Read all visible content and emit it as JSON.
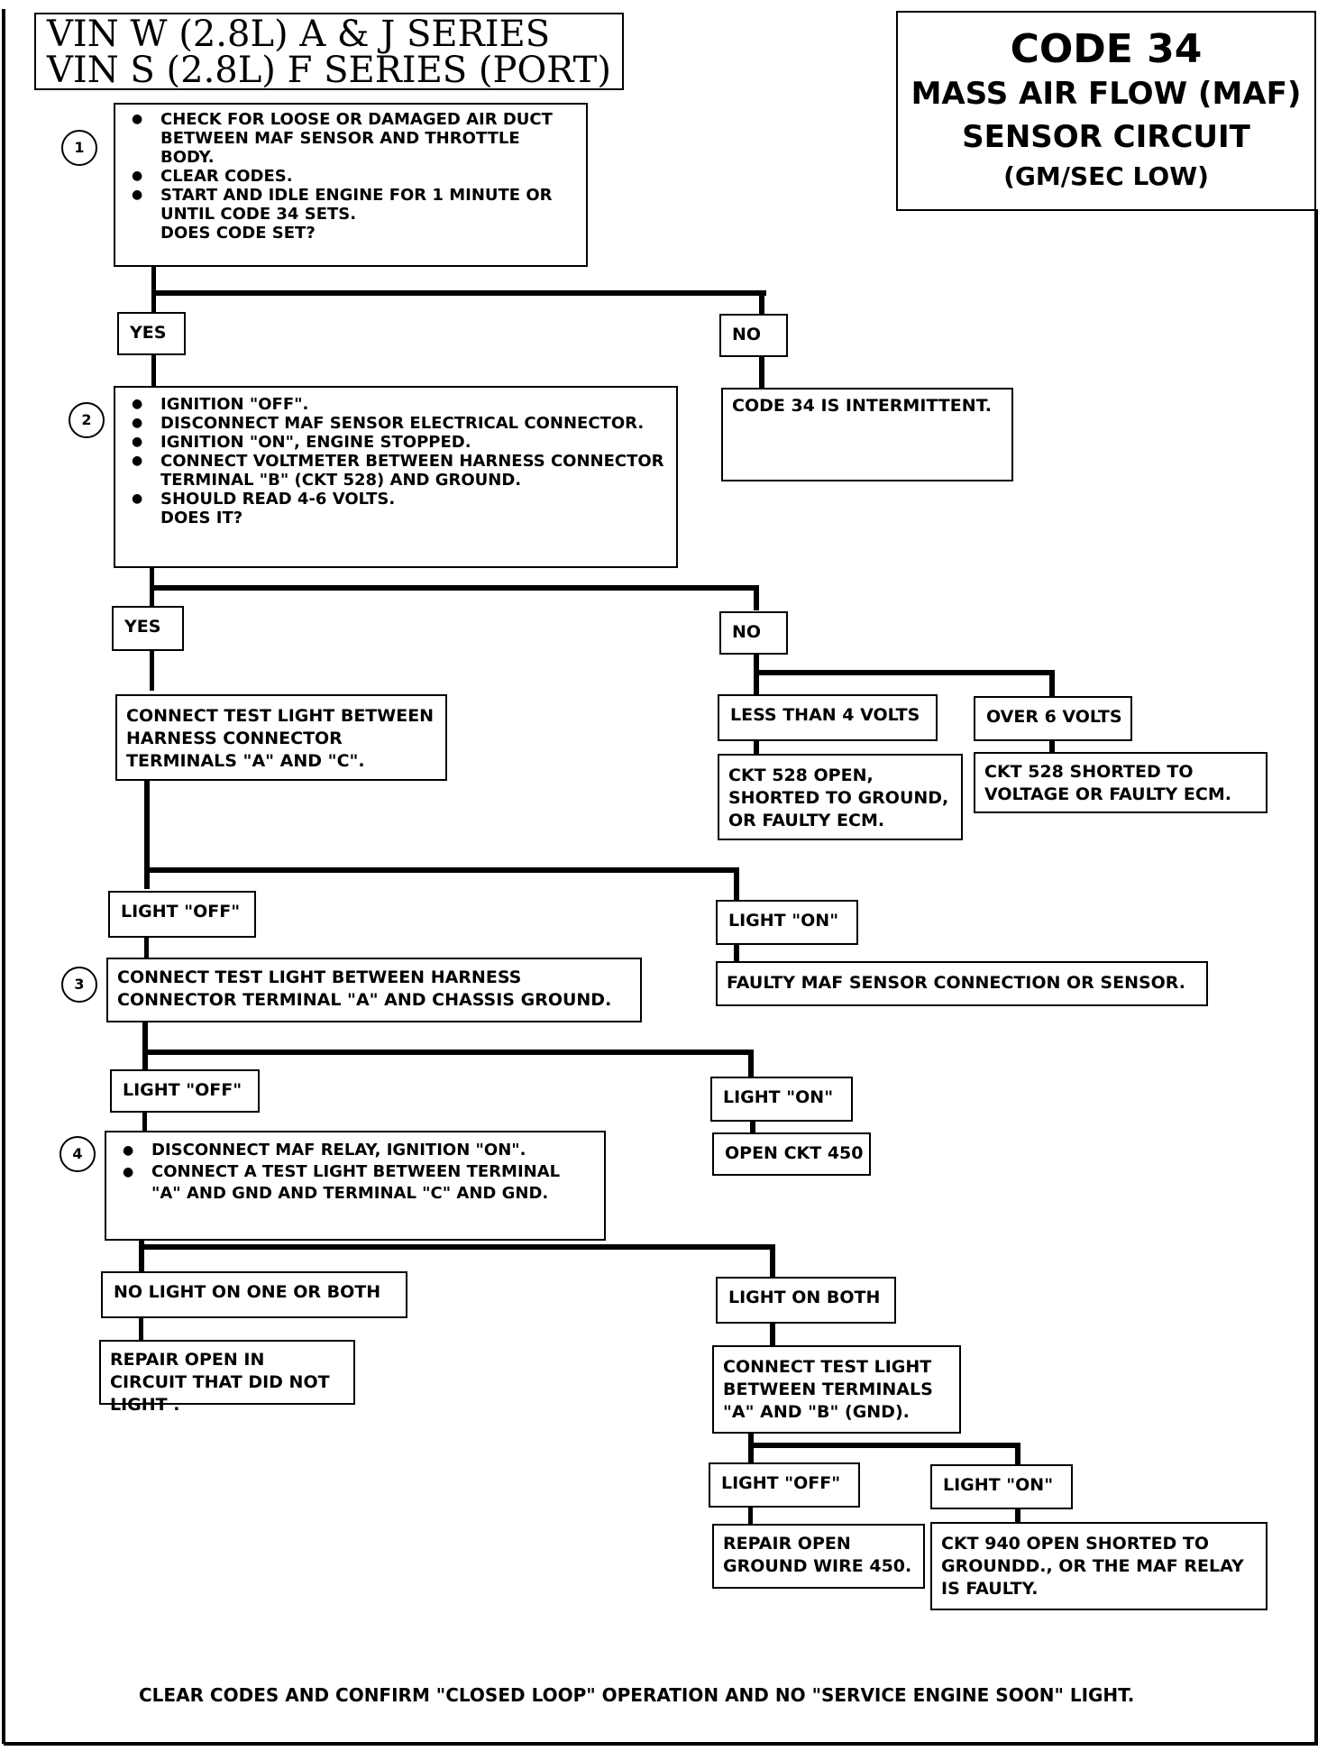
{
  "header": {
    "vin_line1": "VIN W (2.8L) A & J SERIES",
    "vin_line2": "VIN S (2.8L) F SERIES (PORT)",
    "code_title": "CODE 34",
    "code_line1": "MASS AIR FLOW (MAF)",
    "code_line2": "SENSOR CIRCUIT",
    "code_line3": "(GM/SEC LOW)"
  },
  "steps": {
    "s1": {
      "number": "1",
      "bullets": [
        "CHECK FOR LOOSE OR DAMAGED AIR DUCT BETWEEN MAF SENSOR AND THROTTLE BODY.",
        "CLEAR CODES.",
        "START AND IDLE ENGINE FOR 1 MINUTE OR UNTIL CODE 34 SETS."
      ],
      "question": "DOES CODE SET?"
    },
    "s2": {
      "number": "2",
      "bullets": [
        "IGNITION \"OFF\".",
        "DISCONNECT MAF SENSOR ELECTRICAL CONNECTOR.",
        "IGNITION \"ON\", ENGINE STOPPED.",
        "CONNECT VOLTMETER BETWEEN HARNESS CONNECTOR TERMINAL \"B\" (CKT 528) AND GROUND.",
        "SHOULD READ 4-6 VOLTS."
      ],
      "question": "DOES IT?"
    },
    "s3": {
      "number": "3",
      "text": "CONNECT TEST LIGHT BETWEEN HARNESS CONNECTOR TERMINAL \"A\" AND CHASSIS GROUND."
    },
    "s4": {
      "number": "4",
      "bullets": [
        "DISCONNECT MAF RELAY, IGNITION \"ON\".",
        "CONNECT A TEST LIGHT BETWEEN TERMINAL \"A\" AND GND AND TERMINAL \"C\" AND GND."
      ]
    }
  },
  "labels": {
    "yes1": "YES",
    "no1": "NO",
    "yes2": "YES",
    "no2": "NO",
    "less4": "LESS THAN 4 VOLTS",
    "over6": "OVER 6 VOLTS",
    "light_off1": "LIGHT \"OFF\"",
    "light_on1": "LIGHT \"ON\"",
    "light_off2": "LIGHT \"OFF\"",
    "light_on2": "LIGHT \"ON\"",
    "no_light": "NO LIGHT ON ONE OR BOTH",
    "light_both": "LIGHT ON BOTH",
    "light_off3": "LIGHT \"OFF\"",
    "light_on3": "LIGHT \"ON\""
  },
  "results": {
    "intermittent": "CODE 34 IS INTERMITTENT.",
    "test_light_ac": "CONNECT TEST LIGHT BETWEEN HARNESS CONNECTOR TERMINALS \"A\" AND \"C\".",
    "ckt528_open": "CKT 528 OPEN, SHORTED TO GROUND, OR FAULTY ECM.",
    "ckt528_voltage": "CKT 528 SHORTED TO VOLTAGE OR FAULTY ECM.",
    "faulty_maf": "FAULTY MAF SENSOR CONNECTION OR SENSOR.",
    "open_450": "OPEN CKT 450",
    "repair_open_circuit": "REPAIR OPEN IN CIRCUIT THAT DID NOT LIGHT .",
    "test_light_ab": "CONNECT TEST LIGHT BETWEEN TERMINALS \"A\" AND \"B\" (GND).",
    "repair_ground": "REPAIR OPEN GROUND WIRE 450.",
    "ckt940": "CKT 940 OPEN SHORTED TO GROUNDD., OR THE MAF RELAY IS FAULTY."
  },
  "footer": "CLEAR CODES AND CONFIRM \"CLOSED LOOP\" OPERATION AND NO \"SERVICE ENGINE SOON\" LIGHT."
}
